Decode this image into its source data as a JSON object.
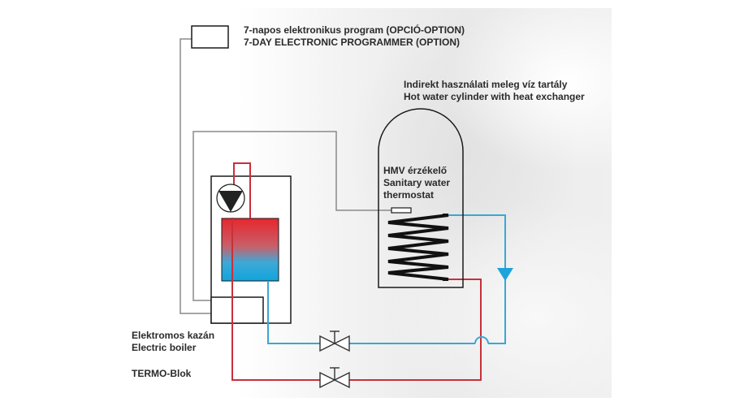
{
  "diagram": {
    "programmer": {
      "line1": "7-napos elektronikus program (OPCIÓ-OPTION)",
      "line2": "7-DAY ELECTRONIC PROGRAMMER (OPTION)"
    },
    "cylinder": {
      "line1": "Indirekt használati meleg víz tartály",
      "line2": "Hot water cylinder with heat exchanger"
    },
    "sensor": {
      "line1": "HMV érzékelő",
      "line2": "Sanitary water",
      "line3": "thermostat"
    },
    "boiler": {
      "line1": "Elektromos kazán",
      "line2": "Electric boiler"
    },
    "termo_blok": "TERMO-Blok",
    "colors": {
      "hot_pipe": "#c8303a",
      "cold_pipe": "#3aa7d4",
      "control_wire": "#8a8a8a",
      "outline": "#1a1a1a",
      "flow_arrow": "#1fa3dc"
    },
    "icons": [
      "pump-icon",
      "valve-icon",
      "valve-icon",
      "flow-arrow-icon",
      "heat-exchanger-coil-icon",
      "pipe-crossover-icon"
    ]
  }
}
